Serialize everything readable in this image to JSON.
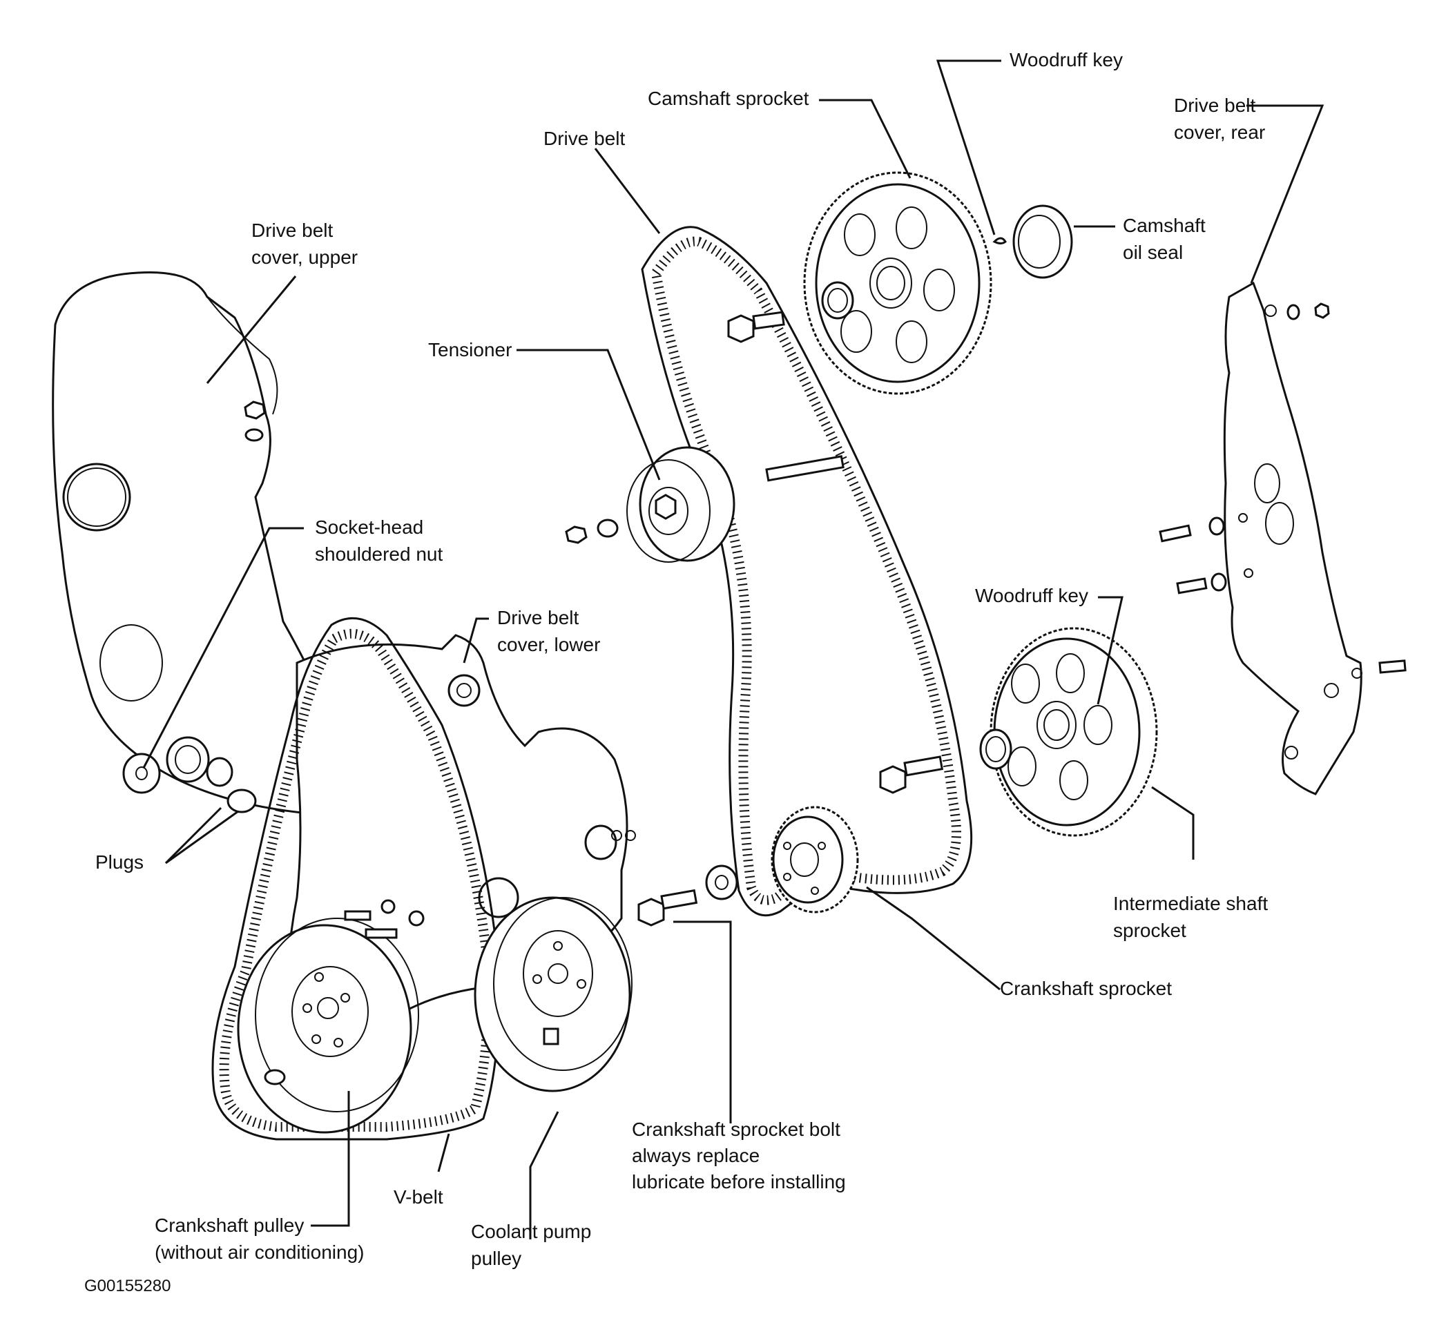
{
  "labels": {
    "woodruff_key_top": "Woodruff key",
    "camshaft_sprocket": "Camshaft sprocket",
    "drive_belt_cover_rear_1": "Drive belt",
    "drive_belt_cover_rear_2": "cover, rear",
    "drive_belt": "Drive belt",
    "camshaft_oil_seal_1": "Camshaft",
    "camshaft_oil_seal_2": "oil seal",
    "drive_belt_cover_upper_1": "Drive belt",
    "drive_belt_cover_upper_2": "cover, upper",
    "tensioner": "Tensioner",
    "socket_head_nut_1": "Socket-head",
    "socket_head_nut_2": "shouldered nut",
    "drive_belt_cover_lower_1": "Drive belt",
    "drive_belt_cover_lower_2": "cover, lower",
    "woodruff_key_lower": "Woodruff key",
    "plugs": "Plugs",
    "intermediate_shaft_sprocket_1": "Intermediate shaft",
    "intermediate_shaft_sprocket_2": "sprocket",
    "crankshaft_sprocket": "Crankshaft sprocket",
    "crankshaft_sprocket_bolt_1": "Crankshaft sprocket bolt",
    "crankshaft_sprocket_bolt_2": "always replace",
    "crankshaft_sprocket_bolt_3": "lubricate before installing",
    "v_belt": "V-belt",
    "crankshaft_pulley_1": "Crankshaft pulley",
    "crankshaft_pulley_2": "(without air conditioning)",
    "coolant_pump_pulley_1": "Coolant pump",
    "coolant_pump_pulley_2": "pulley",
    "figure_id": "G00155280"
  }
}
